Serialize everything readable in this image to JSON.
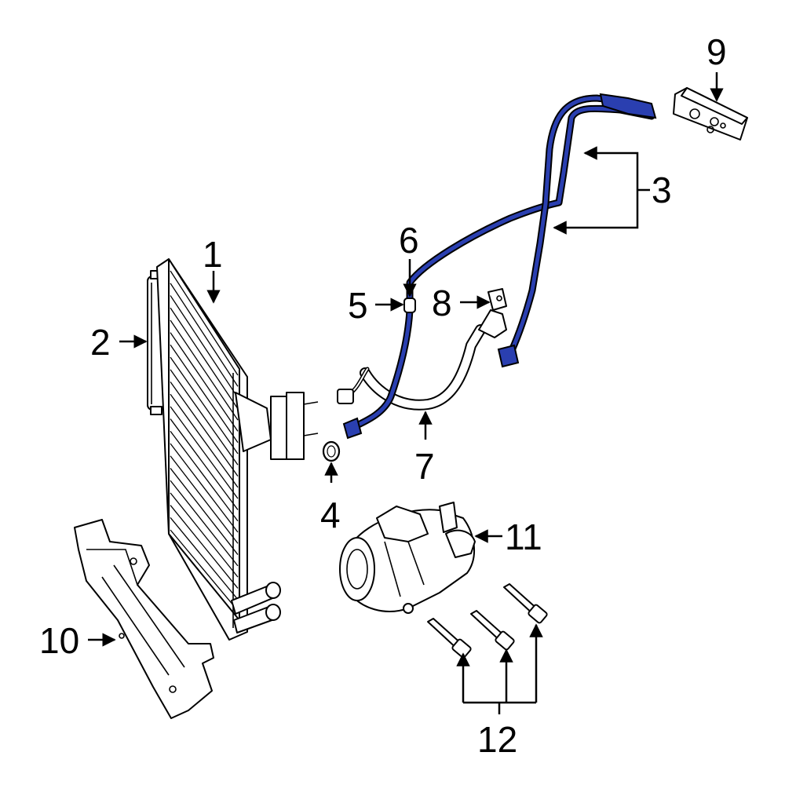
{
  "callouts": {
    "c1": "1",
    "c2": "2",
    "c3": "3",
    "c4": "4",
    "c5": "5",
    "c6": "6",
    "c7": "7",
    "c8": "8",
    "c9": "9",
    "c10": "10",
    "c11": "11",
    "c12": "12"
  },
  "colors": {
    "highlight": "#2a3fb0",
    "line": "#000000",
    "background": "#ffffff"
  }
}
